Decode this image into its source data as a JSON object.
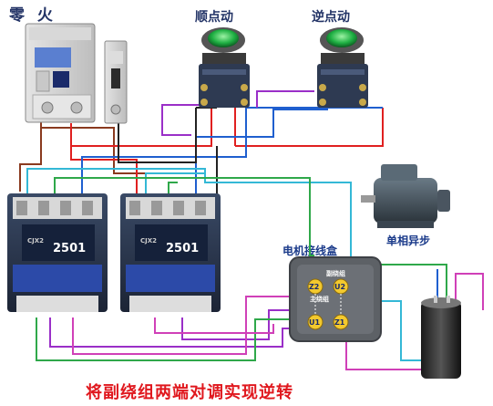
{
  "labels": {
    "zero_fire": "零 火",
    "forward_jog": "顺点动",
    "reverse_jog": "逆点动",
    "single_phase_async": "单相异步",
    "motor_terminal_box": "电机接线盒",
    "caption": "将副绕组两端对调实现逆转"
  },
  "contactors": [
    {
      "model": "2501",
      "brand": "CJX2"
    },
    {
      "model": "2501",
      "brand": "CJX2"
    }
  ],
  "terminals": {
    "z2": "Z2",
    "u2": "U2",
    "u1": "U1",
    "z1": "Z1",
    "aux_winding": "副绕组",
    "main_winding": "主绕组"
  },
  "wire_colors": {
    "brown": "#8a3a1f",
    "red": "#e02020",
    "blue": "#1f5fcf",
    "cyan": "#34b8d6",
    "green": "#2fa84a",
    "black": "#222222",
    "purple": "#9a2fc8",
    "magenta": "#d040b8"
  }
}
